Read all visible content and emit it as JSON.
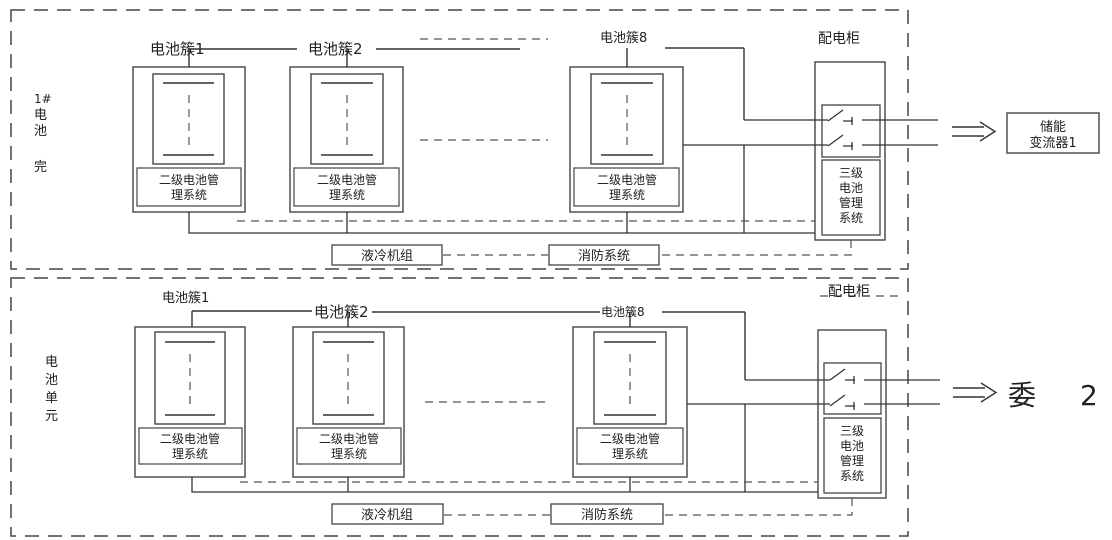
{
  "unit1": {
    "side_label": [
      "1#",
      "电",
      "池",
      "",
      "完"
    ],
    "clusters": [
      {
        "label": "电池簇1",
        "bms_label": [
          "二级电池管",
          "理系统"
        ]
      },
      {
        "label": "电池簇2",
        "bms_label": [
          "二级电池管",
          "理系统"
        ]
      },
      {
        "label": "电池簇8",
        "bms_label": [
          "二级电池管",
          "理系统"
        ]
      }
    ],
    "cabinet_title": "配电柜",
    "tertiary_bms": [
      "三级",
      "电池",
      "管理",
      "系统"
    ],
    "cooling": "液冷机组",
    "fire": "消防系统",
    "output_label": [
      "储能",
      "变流器1"
    ]
  },
  "unit2": {
    "side_label": [
      "电",
      "池",
      "单",
      "元"
    ],
    "clusters": [
      {
        "label": "电池簇1",
        "bms_label": [
          "二级电池管",
          "理系统"
        ]
      },
      {
        "label": "电池簇2",
        "bms_label": [
          "二级电池管",
          "理系统"
        ]
      },
      {
        "label": "电池簇8",
        "bms_label": [
          "二级电池管",
          "理系统"
        ]
      }
    ],
    "cabinet_title": "配电柜",
    "tertiary_bms": [
      "三级",
      "电池",
      "管理",
      "系统"
    ],
    "cooling": "液冷机组",
    "fire": "消防系统",
    "output_label": [
      "委",
      "2"
    ]
  }
}
